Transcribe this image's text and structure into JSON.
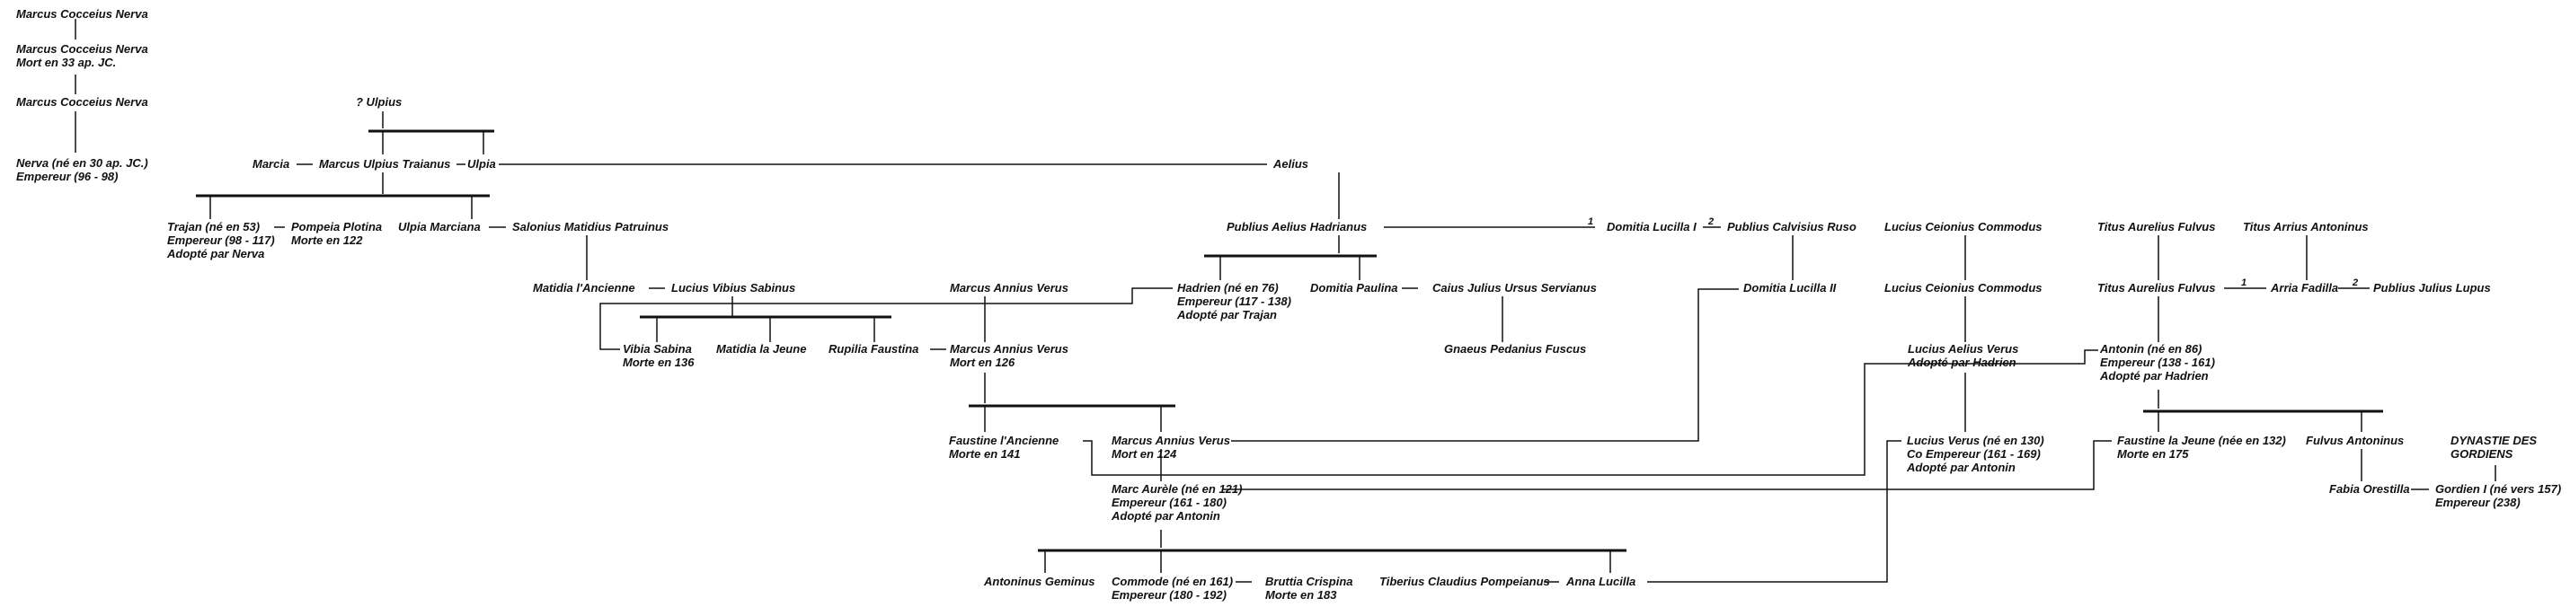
{
  "persons": {
    "nerva_grandfather": [
      "Marcus Cocceius Nerva"
    ],
    "nerva_father1": [
      "Marcus Cocceius Nerva",
      "Mort en 33 ap. JC."
    ],
    "nerva_father2": [
      "Marcus Cocceius Nerva"
    ],
    "nerva": [
      "Nerva (né en 30 ap. JC.)",
      "Empereur (96 - 98)"
    ],
    "ulpius": [
      "? Ulpius"
    ],
    "marcia": [
      "Marcia"
    ],
    "traianus_father": [
      "Marcus Ulpius Traianus"
    ],
    "ulpia": [
      "Ulpia"
    ],
    "aelius": [
      "Aelius"
    ],
    "trajan": [
      "Trajan (né en 53)",
      "Empereur (98 - 117)",
      "Adopté par Nerva"
    ],
    "plotina": [
      "Pompeia Plotina",
      "Morte en 122"
    ],
    "ulpia_marciana": [
      "Ulpia Marciana"
    ],
    "matidius": [
      "Salonius Matidius Patruinus"
    ],
    "afer": [
      "Publius Aelius Hadrianus"
    ],
    "domitia_lucilla_1": [
      "Domitia Lucilla I"
    ],
    "calvisius": [
      "Publius Calvisius Ruso"
    ],
    "ceionius_1": [
      "Lucius Ceionius Commodus"
    ],
    "aurelius_fulvus_1": [
      "Titus Aurelius Fulvus"
    ],
    "arrius_antoninus": [
      "Titus Arrius Antoninus"
    ],
    "matidia_elder": [
      "Matidia l'Ancienne"
    ],
    "sabinus": [
      "Lucius Vibius Sabinus"
    ],
    "annius_verus_1": [
      "Marcus Annius Verus"
    ],
    "hadrien": [
      "Hadrien (né en 76)",
      "Empereur (117 - 138)",
      "Adopté par Trajan"
    ],
    "domitia_paulina": [
      "Domitia Paulina"
    ],
    "servianus": [
      "Caius Julius Ursus Servianus"
    ],
    "domitia_lucilla_2": [
      "Domitia Lucilla II"
    ],
    "ceionius_2": [
      "Lucius Ceionius Commodus"
    ],
    "aurelius_fulvus_2": [
      "Titus Aurelius Fulvus"
    ],
    "arria_fadilla": [
      "Arria Fadilla"
    ],
    "julius_lupus": [
      "Publius Julius Lupus"
    ],
    "vibia_sabina": [
      "Vibia Sabina",
      "Morte en 136"
    ],
    "matidia_younger": [
      "Matidia la Jeune"
    ],
    "rupilia": [
      "Rupilia Faustina"
    ],
    "annius_verus_2": [
      "Marcus Annius Verus",
      "Mort en 126"
    ],
    "fuscus": [
      "Gnaeus Pedanius Fuscus"
    ],
    "aelius_verus": [
      "Lucius Aelius Verus",
      "Adopté par Hadrien"
    ],
    "antonin": [
      "Antonin (né en 86)",
      "Empereur (138 - 161)",
      "Adopté par Hadrien"
    ],
    "faustina_elder": [
      "Faustine l'Ancienne",
      "Morte en 141"
    ],
    "annius_verus_3": [
      "Marcus Annius Verus",
      "Mort en 124"
    ],
    "lucius_verus": [
      "Lucius Verus (né en 130)",
      "Co Empereur (161 - 169)",
      "Adopté par Antonin"
    ],
    "faustina_younger": [
      "Faustine la Jeune (née en 132)",
      "Morte en 175"
    ],
    "fulvus_antoninus": [
      "Fulvus Antoninus"
    ],
    "gordiens": [
      "DYNASTIE DES",
      "GORDIENS"
    ],
    "marc_aurele": [
      "Marc Aurèle (né en 121)",
      "Empereur (161 - 180)",
      "Adopté par Antonin"
    ],
    "fabia": [
      "Fabia Orestilla"
    ],
    "gordien": [
      "Gordien I (né vers 157)",
      "Empereur (238)"
    ],
    "geminus": [
      "Antoninus Geminus"
    ],
    "commode": [
      "Commode (né en 161)",
      "Empereur (180 - 192)"
    ],
    "crispina": [
      "Bruttia Crispina",
      "Morte en 183"
    ],
    "pompeianus": [
      "Tiberius Claudius Pompeianus"
    ],
    "lucilla": [
      "Anna Lucilla"
    ]
  },
  "marriage_marks": [
    "1",
    "2",
    "1",
    "2"
  ]
}
